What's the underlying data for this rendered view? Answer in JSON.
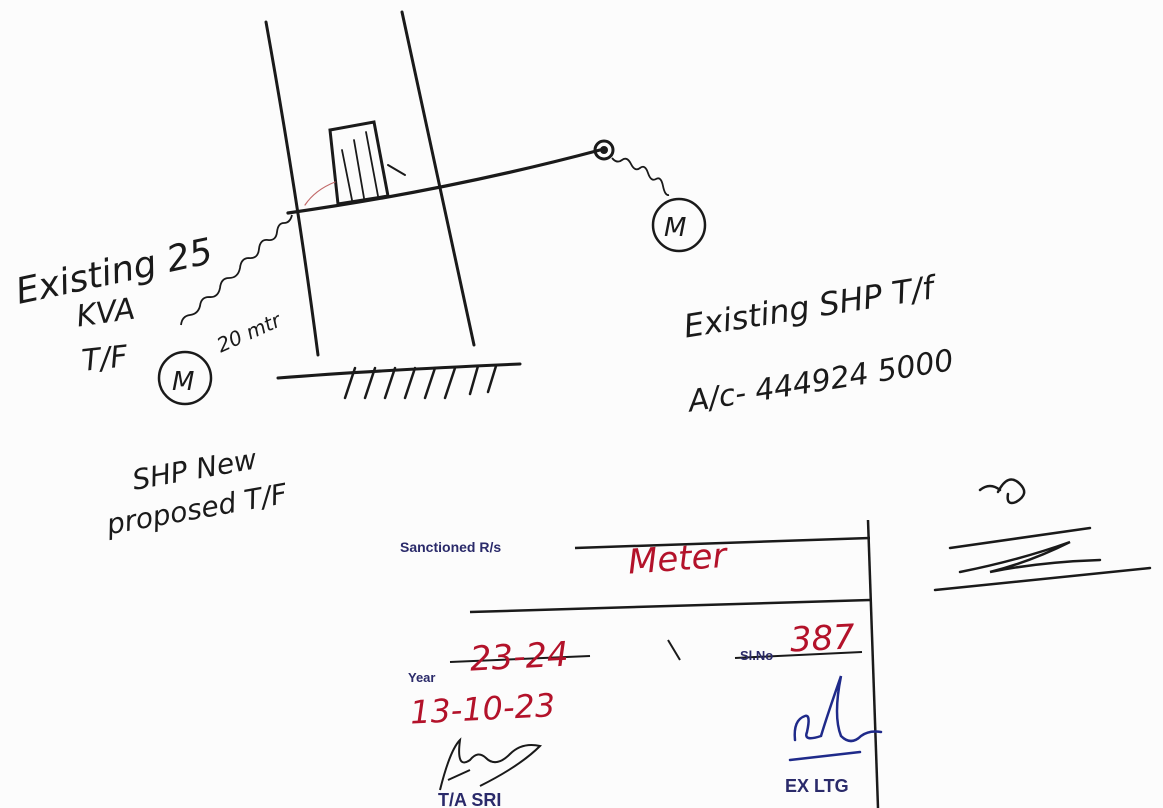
{
  "diagram": {
    "left_label": [
      "Existing 25",
      "KVA",
      "T/F"
    ],
    "distance_label": "20 mtr",
    "meter_left": "M",
    "meter_right": "M",
    "new_label": [
      "SHP New",
      "proposed T/F"
    ],
    "right_label": "Existing SHP T/f",
    "account_label": "A/c- 444924 5000"
  },
  "stamp": {
    "sanctioned_caption": "Sanctioned R/s",
    "sanctioned_value": "Meter",
    "year_caption": "Year",
    "year_value": "23-24",
    "date_value": "13-10-23",
    "sl_caption": "Sl.No",
    "sl_value": "387",
    "left_sign_caption": "T/A SRI",
    "right_sign_caption": "EX LTG"
  },
  "colors": {
    "ink": "#1a1a1a",
    "red_ink": "#b3122a",
    "blue_ink": "#1f2a8a"
  }
}
